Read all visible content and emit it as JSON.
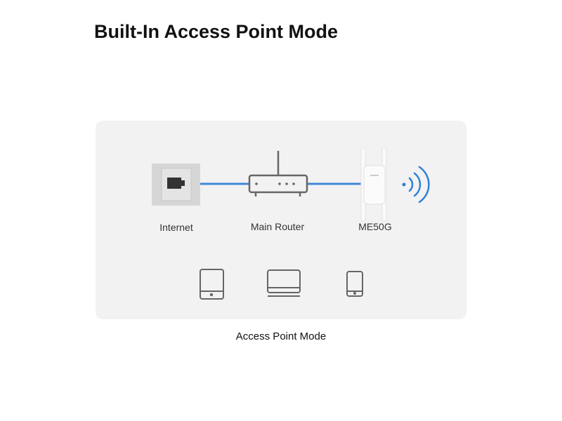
{
  "header": {
    "title": "Built-In Access Point Mode"
  },
  "diagram": {
    "nodes": [
      {
        "label": "Internet",
        "icon": "ethernet-wall-port-icon"
      },
      {
        "label": "Main Router",
        "icon": "router-icon"
      },
      {
        "label": "ME50G",
        "icon": "range-extender-icon"
      }
    ],
    "clients": [
      "tablet-icon",
      "laptop-icon",
      "phone-icon"
    ],
    "colors": {
      "cable": "#3f88d8",
      "wifi": "#2f7fd6",
      "panel": "#f2f2f2",
      "icon": "#666666"
    }
  },
  "caption": "Access Point Mode"
}
